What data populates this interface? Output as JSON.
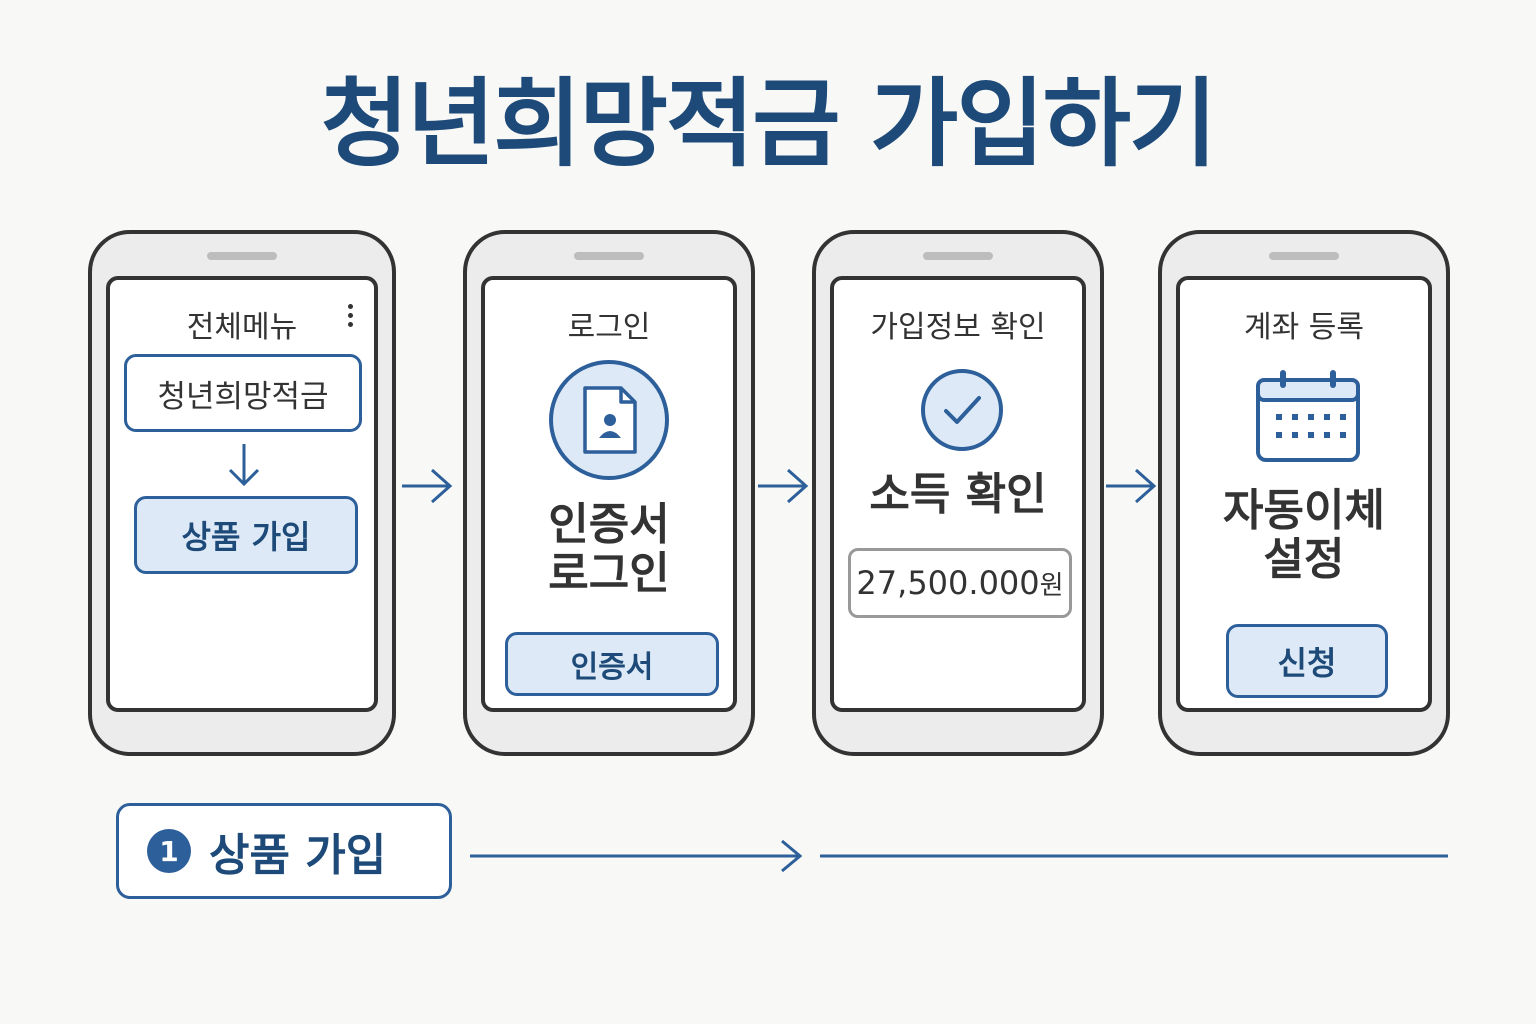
{
  "title": "청년희망적금 가입하기",
  "colors": {
    "primary": "#1d4a78",
    "accent": "#2d5f9a",
    "button_fill": "#dde9f6"
  },
  "screens": [
    {
      "title": "전체메뉴",
      "menu_item": "청년희망적금",
      "button": "상품 가입",
      "icons": [
        "kebab-menu-icon",
        "arrow-down-icon"
      ]
    },
    {
      "title": "로그인",
      "heading_line1": "인증서",
      "heading_line2": "로그인",
      "button": "인증서",
      "icons": [
        "certificate-document-icon"
      ]
    },
    {
      "title": "가입정보 확인",
      "heading": "소득 확인",
      "income_value": "27,500.000",
      "income_unit": "원",
      "icons": [
        "check-circle-icon"
      ]
    },
    {
      "title": "계좌 등록",
      "heading_line1": "자동이체",
      "heading_line2": "설정",
      "button": "신청",
      "icons": [
        "calendar-icon"
      ]
    }
  ],
  "step": {
    "number": "1",
    "label": "상품 가입"
  }
}
